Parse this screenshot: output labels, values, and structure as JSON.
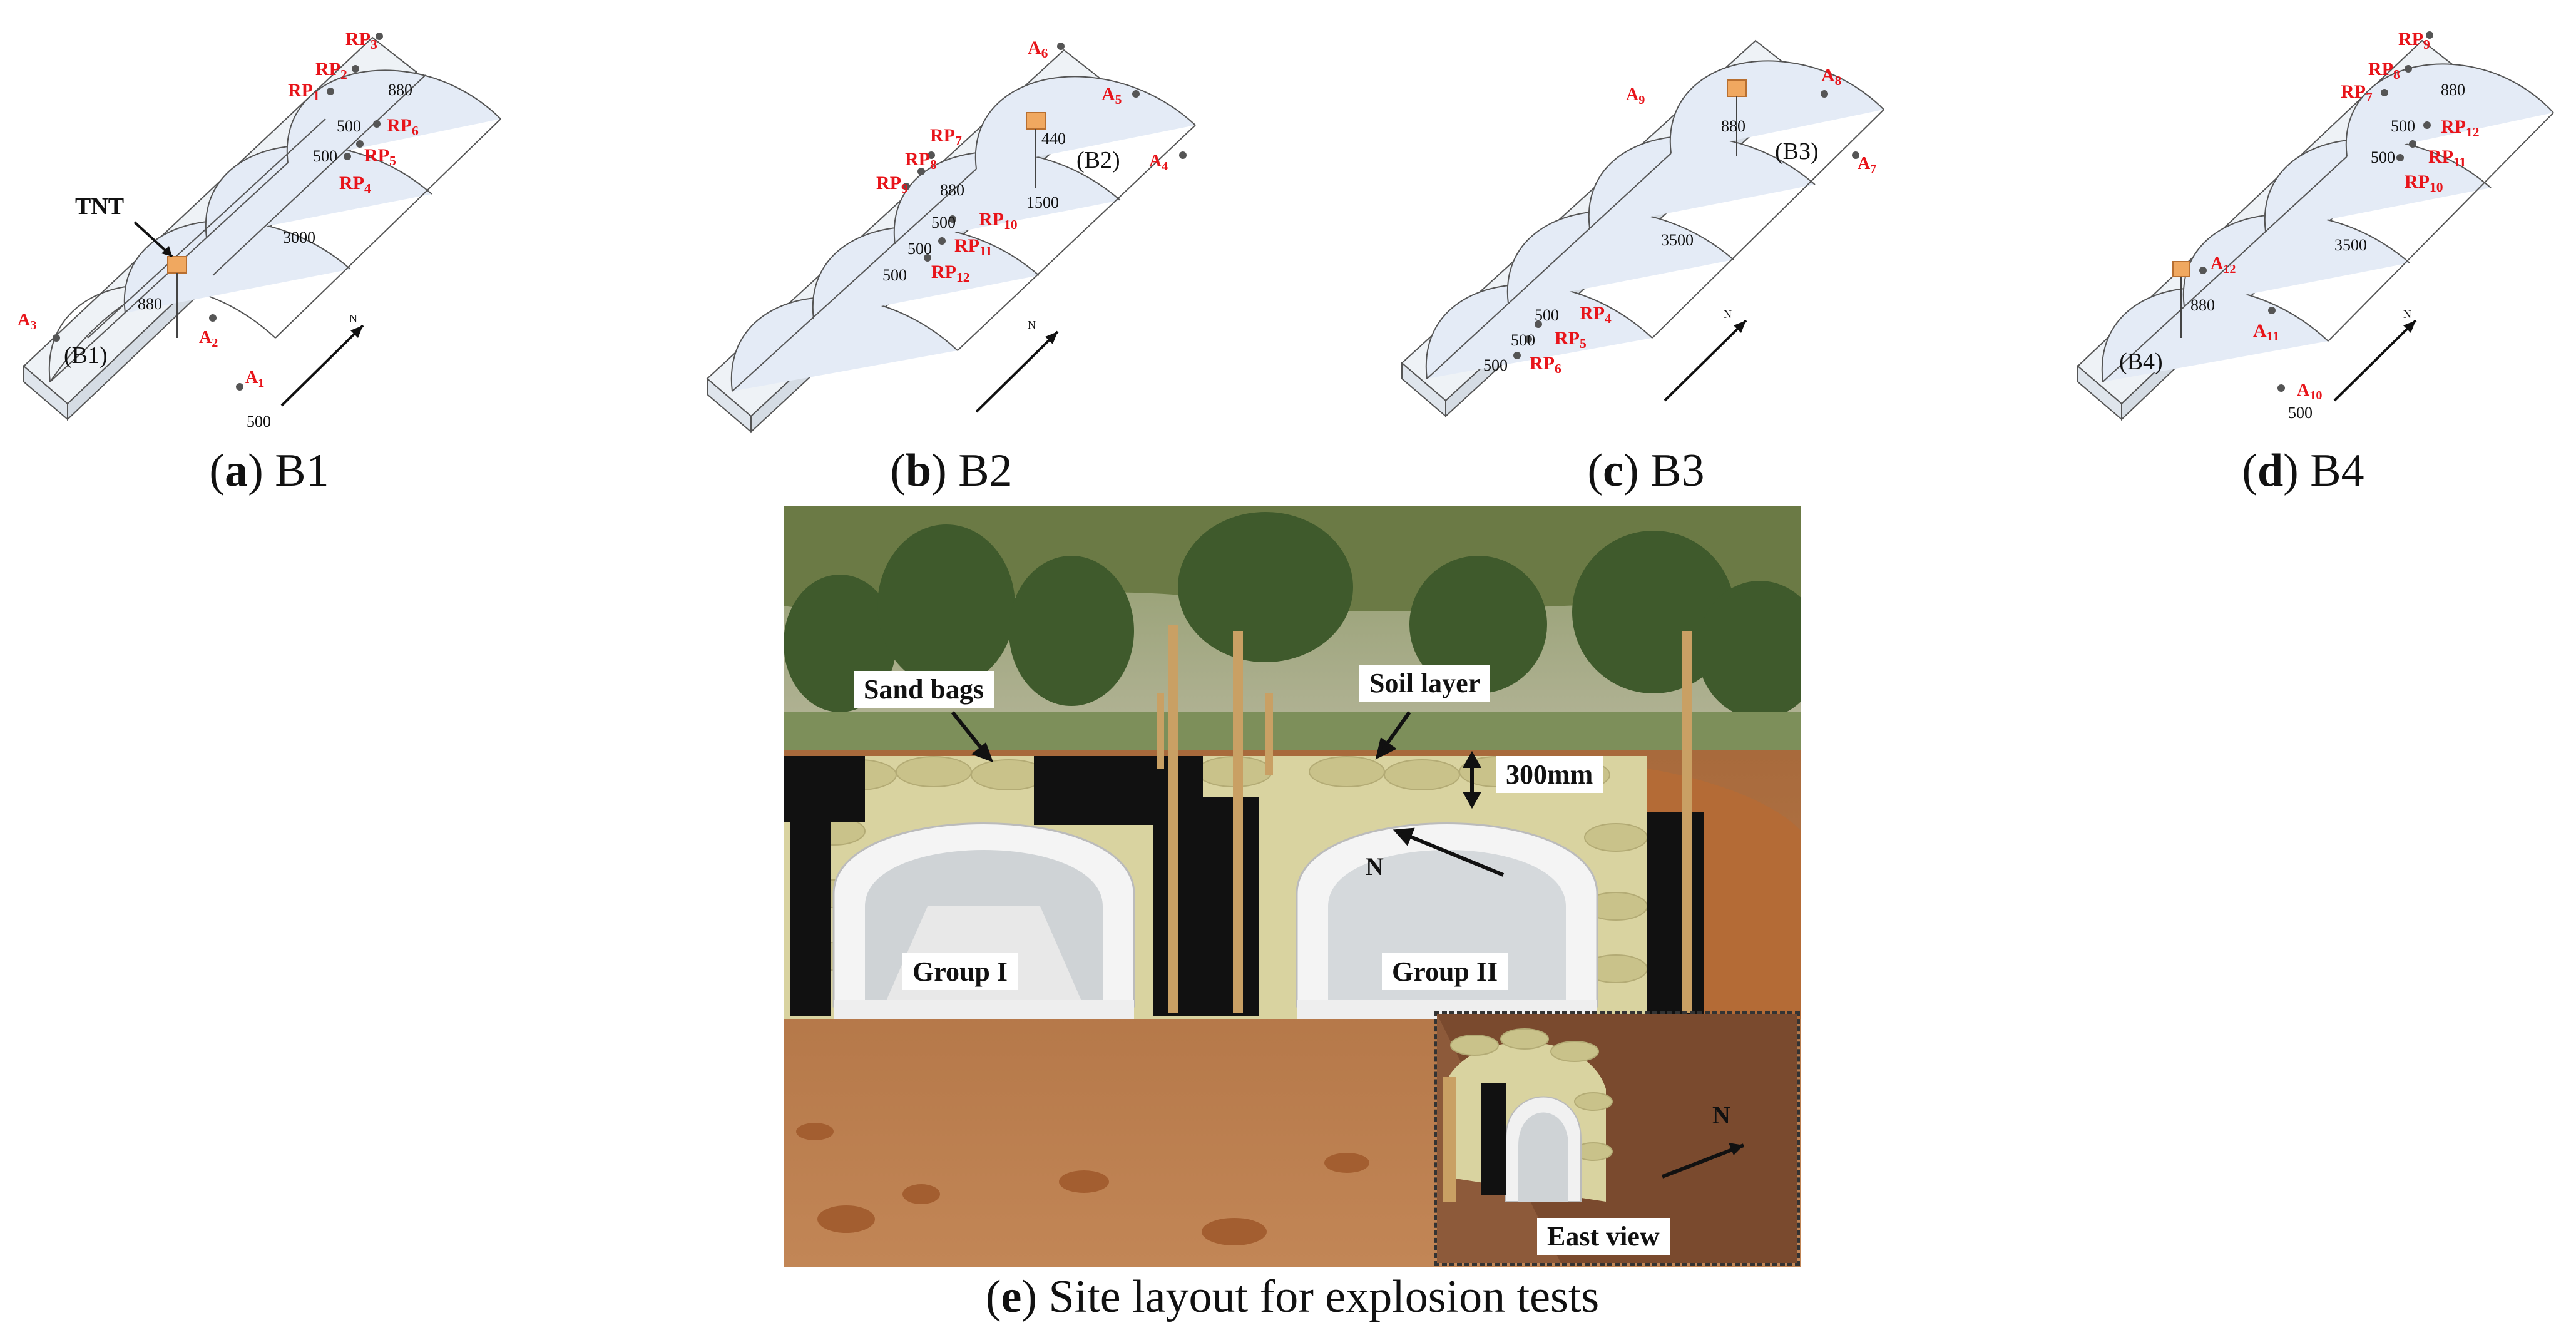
{
  "panels": [
    {
      "letter": "a",
      "name": "B1",
      "group_label": "(B1)",
      "labels": [
        "RP3",
        "RP2",
        "RP1",
        "RP6",
        "RP5",
        "RP4",
        "A3",
        "A2",
        "A1"
      ],
      "dims": [
        "880",
        "500",
        "500",
        "3000",
        "880",
        "500"
      ],
      "charge_label": "TNT",
      "north": "N"
    },
    {
      "letter": "b",
      "name": "B2",
      "group_label": "(B2)",
      "labels": [
        "A6",
        "A5",
        "A4",
        "RP7",
        "RP8",
        "RP9",
        "RP10",
        "RP11",
        "RP12"
      ],
      "dims": [
        "440",
        "1500",
        "880",
        "500",
        "500",
        "500"
      ],
      "north": "N"
    },
    {
      "letter": "c",
      "name": "B3",
      "group_label": "(B3)",
      "labels": [
        "A9",
        "A8",
        "A7",
        "RP4",
        "RP5",
        "RP6"
      ],
      "dims": [
        "880",
        "3500",
        "500",
        "500",
        "500"
      ],
      "north": "N"
    },
    {
      "letter": "d",
      "name": "B4",
      "group_label": "(B4)",
      "labels": [
        "RP9",
        "RP8",
        "RP7",
        "RP12",
        "RP11",
        "RP10",
        "A12",
        "A11",
        "A10"
      ],
      "dims": [
        "880",
        "500",
        "500",
        "3500",
        "880",
        "500"
      ],
      "north": "N"
    }
  ],
  "photo": {
    "letter": "e",
    "caption": "Site layout for explosion tests",
    "tags": {
      "sand_bags": "Sand bags",
      "soil_layer": "Soil layer",
      "thickness": "300mm",
      "group1": "Group I",
      "group2": "Group II",
      "north": "N",
      "inset_north": "N",
      "east_view": "East view"
    }
  },
  "colors": {
    "label_red": "#e8141a",
    "tunnel_fill": "#e9eff8",
    "charge": "#f0a860",
    "soil": "#b0703e",
    "sand_bag": "#d9d3a0",
    "black_board": "#111111"
  }
}
